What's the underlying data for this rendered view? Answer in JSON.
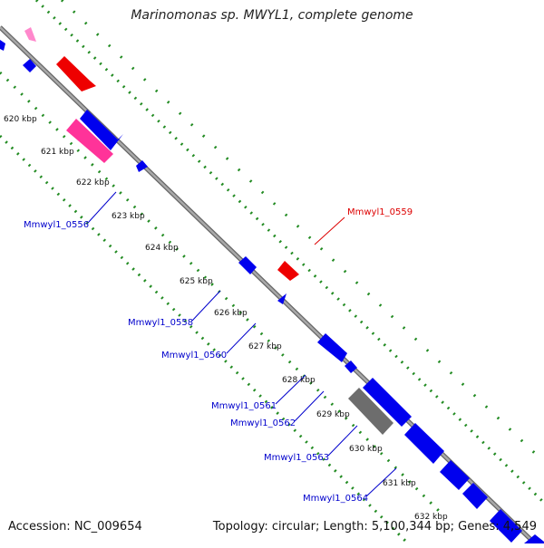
{
  "title": "Marinomonas sp. MWYL1, complete genome",
  "footer": {
    "accession": "Accession: NC_009654",
    "summary": "Topology: circular; Length: 5,100,344 bp; Genes: 4,549"
  },
  "colors": {
    "background": "#ffffff",
    "backbone": "#8a8a8a",
    "forward_gene": "#0000ee",
    "reverse_gene": "#ff0000",
    "rrna_gene": "#ff3399",
    "pseudo_gene": "#666666",
    "gc_track": "#228b22",
    "label_blue": "#0000cc",
    "label_red": "#dd0000"
  },
  "ticks": [
    "620 kbp",
    "621 kbp",
    "622 kbp",
    "623 kbp",
    "624 kbp",
    "625 kbp",
    "626 kbp",
    "627 kbp",
    "628 kbp",
    "629 kbp",
    "630 kbp",
    "631 kbp",
    "632 kbp"
  ],
  "gene_labels": [
    {
      "text": "Mmwyl1_0556",
      "strand": "forward"
    },
    {
      "text": "Mmwyl1_0558",
      "strand": "forward"
    },
    {
      "text": "Mmwyl1_0559",
      "strand": "reverse"
    },
    {
      "text": "Mmwyl1_0560",
      "strand": "forward"
    },
    {
      "text": "Mmwyl1_0561",
      "strand": "forward"
    },
    {
      "text": "Mmwyl1_0562",
      "strand": "forward"
    },
    {
      "text": "Mmwyl1_0563",
      "strand": "forward"
    },
    {
      "text": "Mmwyl1_0564",
      "strand": "forward"
    }
  ]
}
